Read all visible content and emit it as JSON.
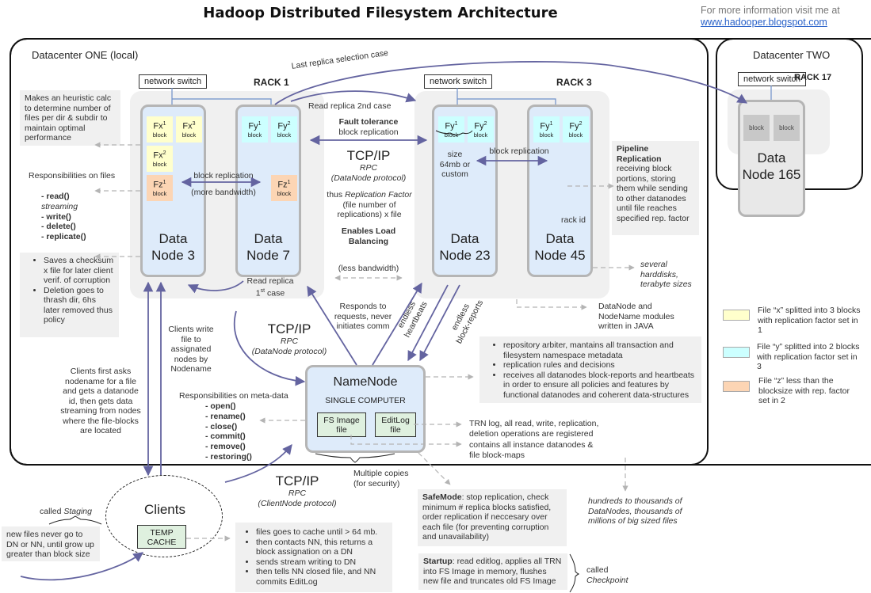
{
  "title": "Hadoop Distributed Filesystem Architecture",
  "info": {
    "line1": "For more information visit me at",
    "link": "www.hadooper.blogspot.com"
  },
  "datacenter_one": {
    "label": "Datacenter ONE (local)",
    "rack1": {
      "label": "RACK 1",
      "switch": "network switch"
    },
    "rack3": {
      "label": "RACK 3",
      "switch": "network switch"
    }
  },
  "datacenter_two": {
    "label": "Datacenter TWO",
    "rack17": {
      "label": "RACK 17",
      "switch": "network switch"
    },
    "node": {
      "name_line1": "Data",
      "name_line2": "Node 165",
      "blocks": [
        "block",
        "block"
      ]
    }
  },
  "nodes": {
    "dn3": {
      "line1": "Data",
      "line2": "Node 3"
    },
    "dn7": {
      "line1": "Data",
      "line2": "Node 7"
    },
    "dn23": {
      "line1": "Data",
      "line2": "Node 23"
    },
    "dn45": {
      "line1": "Data",
      "line2": "Node 45"
    }
  },
  "blocks": {
    "fx": "Fx",
    "fy": "Fy",
    "fz": "Fz",
    "word": "block",
    "sup1": "1",
    "sup2": "2",
    "sup3": "3"
  },
  "labels": {
    "last_replica": "Last replica selection case",
    "read_2nd": "Read replica 2nd case",
    "fault_tolerance": "Fault tolerance",
    "block_replication": "block replication",
    "more_bandwidth": "(more bandwidth)",
    "less_bandwidth": "(less bandwidth)",
    "tcpip": "TCP/IP",
    "rpc": "RPC",
    "datanode_protocol": "(DataNode protocol)",
    "clientnode_protocol": "(ClientNode protocol)",
    "thus": "thus",
    "replication": "Replication",
    "factor": "Factor",
    "factor_rest": "(file number of replications) x file",
    "load_balancing_1": "Enables Load",
    "load_balancing_2": "Balancing",
    "size_1": "size",
    "size_2": "64mb or",
    "size_3": "custom",
    "rack_id": "rack id",
    "read_1st_a": "Read replica",
    "read_1st_b": "1",
    "read_1st_sup": "st",
    "read_1st_c": "case",
    "responds": "Responds to requests, never initiates comm",
    "heartbeats_1": "endless",
    "heartbeats_2": "heartbeats",
    "blockreports_1": "endless",
    "blockreports_2": "block-reports",
    "clients_write": "Clients write file to assignated nodes by Nodename",
    "clients_ask": "Clients first asks nodename for a file and gets a datanode id, then gets data streaming from nodes where the file-blocks are located",
    "several_disks": "several harddisks, terabyte sizes",
    "java": "DataNode and NodeName modules written in JAVA",
    "multiple_copies": "Multiple copies (for security)",
    "trn_log": "TRN log, all read, write, replication, deletion operations are registered",
    "contains": "contains all instance datanodes & file block-maps",
    "hundreds": "hundreds to thousands of DataNodes, thousands of millions of big sized files",
    "called": "called",
    "checkpoint": "Checkpoint",
    "staging_called": "called",
    "staging": "Staging"
  },
  "heuristic_note": "Makes an heuristic calc to determine number of files per dir & subdir to maintain optimal performance",
  "file_resp": {
    "title": "Responsibilities on files",
    "items": [
      "- read()",
      "streaming",
      "- write()",
      "- delete()",
      "- replicate()"
    ]
  },
  "checksum_note": [
    "Saves a checksum x file for later client verif. of corruption",
    "Deletion goes to thrash dir, 6hs later removed thus policy"
  ],
  "pipeline": {
    "title1": "Pipeline",
    "title2": "Replication",
    "body": "receiving block portions, storing them while sending to other datanodes until file reaches specified rep. factor"
  },
  "namenode": {
    "name": "NameNode",
    "sub": "SINGLE COMPUTER",
    "fsimage_1": "FS Image",
    "fsimage_2": "file",
    "editlog_1": "EditLog",
    "editlog_2": "file"
  },
  "namenode_notes": [
    "repository arbiter, mantains all transaction and filesystem namespace metadata",
    "replication rules and decisions",
    "receives all datanodes block-reports and heartbeats in order to ensure all policies and features by functional datanodes and coherent data-structures"
  ],
  "meta_resp": {
    "title": "Responsibilities on meta-data",
    "items": [
      "- open()",
      "- rename()",
      "- close()",
      "- commit()",
      "- remove()",
      "- restoring()"
    ]
  },
  "safemode": {
    "title": "SafeMode",
    "body": ": stop replication, check minimum # replica blocks satisfied, order replication if neccesary over each file (for preventing corruption and unavailability)"
  },
  "startup": {
    "title": "Startup",
    "body": ": read editlog, applies all TRN into FS Image in memory, flushes new file and truncates old FS Image"
  },
  "clients": {
    "label": "Clients",
    "cache_1": "TEMP",
    "cache_2": "CACHE"
  },
  "staging_note": "new files never go to DN or NN, until grow up greater than block size",
  "cache_notes": [
    "files goes to cache until > 64 mb.",
    "then contacts NN, this returns a block assignation on a DN",
    "sends stream writing to DN",
    "then tells NN closed file, and NN commits EditLog"
  ],
  "legend": [
    {
      "text": "File “x” splitted into 3 blocks with replication factor set in 1",
      "color": "#ffffcc"
    },
    {
      "text": "File “y” splitted into 2 blocks with replication factor set in 3",
      "color": "#ccffff"
    },
    {
      "text": "File “z” less than the blocksize with rep. factor set in 2",
      "color": "#fcd5b4"
    }
  ],
  "colors": {
    "arrow": "#6464a0",
    "dashed": "#b4b4b4",
    "node_fill": "#deebfa"
  }
}
